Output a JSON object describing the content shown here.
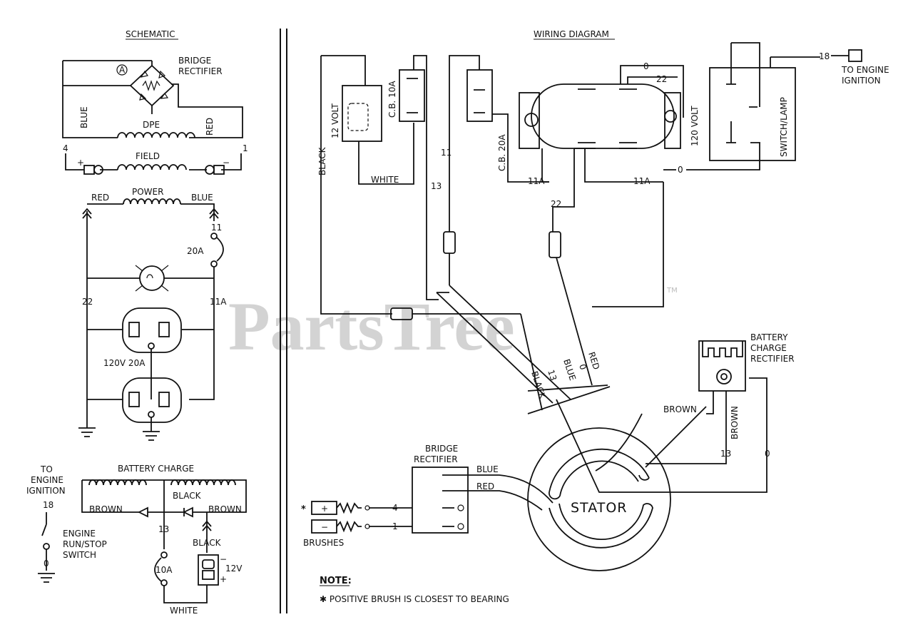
{
  "watermark": {
    "text": "PartsTree",
    "tm": "TM"
  },
  "schematic": {
    "title": "SCHEMATIC",
    "bridge_rectifier": "BRIDGE\nRECTIFIER",
    "a_marker": "A",
    "blue": "BLUE",
    "red": "RED",
    "dpe": "DPE",
    "field": "FIELD",
    "t4": "4",
    "t1": "1",
    "plus": "+",
    "minus": "−",
    "power": "POWER",
    "red2": "RED",
    "blue2": "BLUE",
    "w11": "11",
    "amp20": "20A",
    "w22": "22",
    "w11a": "11A",
    "receptacle": "120V 20A"
  },
  "battery_charge": {
    "title": "BATTERY CHARGE",
    "black": "BLACK",
    "brown1": "BROWN",
    "brown2": "BROWN",
    "w13": "13",
    "amp10": "10A",
    "black2": "BLACK",
    "minus": "−",
    "plus": "+",
    "v12": "12V",
    "white": "WHITE"
  },
  "engine_switch": {
    "to_ignition": "TO\nENGINE\nIGNITION",
    "w18": "18",
    "w0": "0",
    "label": "ENGINE\nRUN/STOP\nSWITCH"
  },
  "wiring": {
    "title": "WIRING DIAGRAM",
    "black": "BLACK",
    "v12": "12 VOLT",
    "cb10": "C.B. 10A",
    "white": "WHITE",
    "w11": "11",
    "w13": "13",
    "cb20": "C.B. 20A",
    "w11a_1": "11A",
    "w11a_2": "11A",
    "w22_top": "22",
    "w22_mid": "22",
    "w0_top": "0",
    "w0_mid": "0",
    "v120": "120 VOLT",
    "switch_lamp": "SWITCH/LAMP",
    "w18": "18",
    "to_engine_ignition": "TO ENGINE\nIGNITION",
    "bundle": [
      "BLACK",
      "13",
      "BLUE",
      "0",
      "RED"
    ],
    "battery_charge_rectifier": "BATTERY\nCHARGE\nRECTIFIER",
    "brown_h": "BROWN",
    "brown_v": "BROWN",
    "w13_low": "13",
    "w0_low": "0",
    "bridge_rectifier": "BRIDGE\nRECTIFIER",
    "blue": "BLUE",
    "red": "RED",
    "star": "*",
    "plus": "+",
    "minus": "−",
    "w4": "4",
    "w1": "1",
    "brushes": "BRUSHES",
    "stator": "STATOR",
    "note_title": "NOTE:",
    "note": "✱ POSITIVE BRUSH IS CLOSEST TO BEARING"
  }
}
